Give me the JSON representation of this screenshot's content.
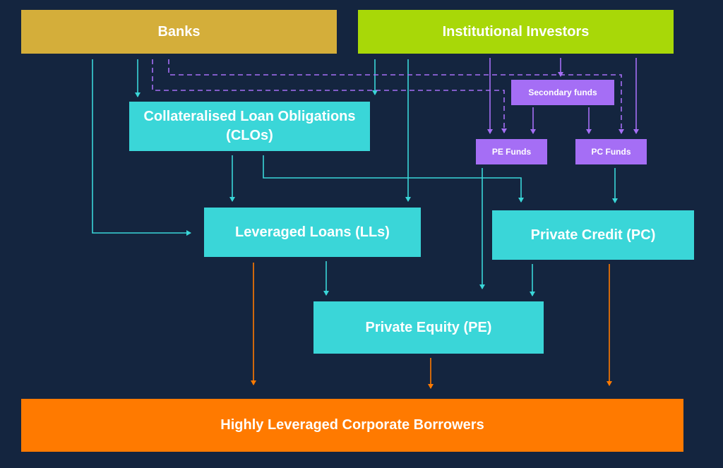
{
  "nodes": {
    "banks": "Banks",
    "institutional": "Institutional Investors",
    "clo_line1": "Collateralised Loan Obligations",
    "clo_line2": "(CLOs)",
    "secondary": "Secondary funds",
    "pe_funds": "PE Funds",
    "pc_funds": "PC Funds",
    "leveraged_loans": "Leveraged Loans (LLs)",
    "private_credit": "Private Credit (PC)",
    "private_equity": "Private Equity (PE)",
    "borrowers": "Highly Leveraged Corporate Borrowers"
  },
  "colors": {
    "background": "#14253f",
    "banks": "#d4ae3a",
    "institutional": "#a8d808",
    "teal_box": "#3ad6d8",
    "purple_box": "#a56ef5",
    "orange_box": "#ff7a00",
    "teal_arrow": "#3ad6d8",
    "purple_arrow": "#a56ef5",
    "orange_arrow": "#ff7a00"
  }
}
